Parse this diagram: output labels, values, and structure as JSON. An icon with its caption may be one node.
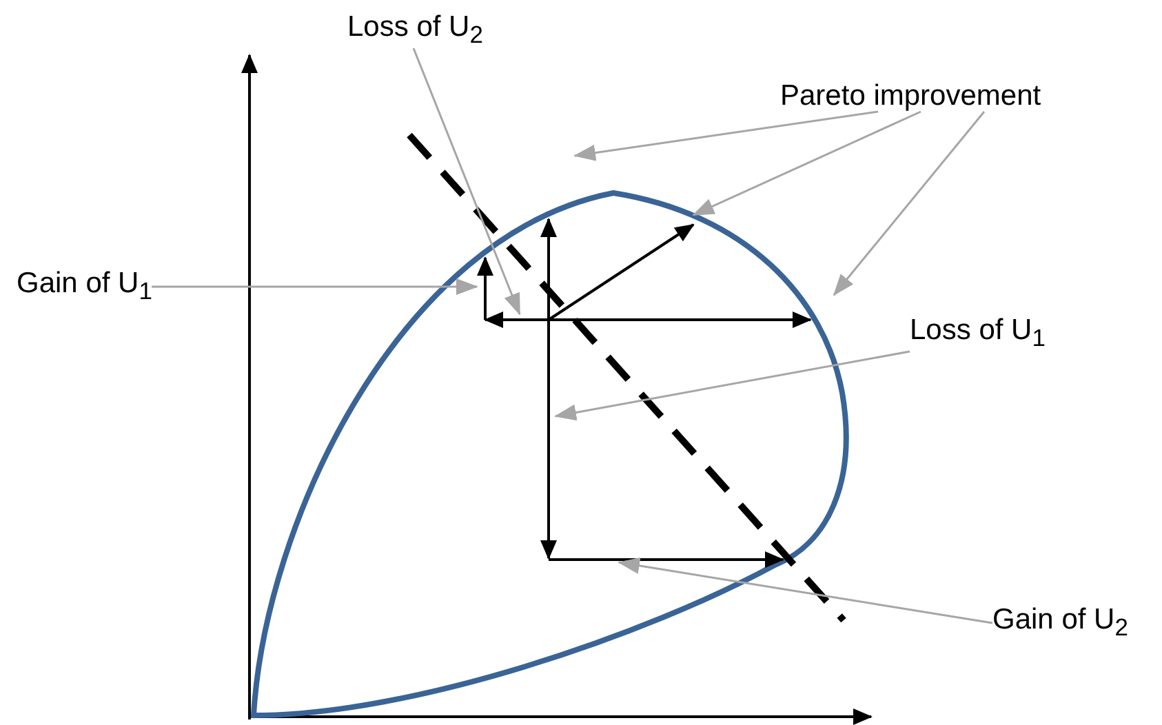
{
  "diagram": {
    "nodes": [
      {
        "text": [
          "Loss of U$_{2}$"
        ]
      },
      {
        "text": [
          "Pareto improvement"
        ]
      },
      {
        "text": [
          "Gain of U$_{1}$"
        ]
      },
      {
        "text": [
          "Loss of U$_{1}$"
        ]
      },
      {
        "text": [
          "Gain of U$_{2}$"
        ]
      }
    ],
    "edges": [
      {
        "from": 0,
        "to": null,
        "arrow": "to"
      },
      {
        "from": 1,
        "to": null,
        "arrow": "to"
      },
      {
        "from": 1,
        "to": null,
        "arrow": "to"
      },
      {
        "from": 1,
        "to": null,
        "arrow": "to"
      },
      {
        "from": 2,
        "to": null,
        "arrow": "to"
      },
      {
        "from": 3,
        "to": null,
        "arrow": "to"
      },
      {
        "from": 4,
        "to": null,
        "arrow": "to"
      }
    ]
  }
}
